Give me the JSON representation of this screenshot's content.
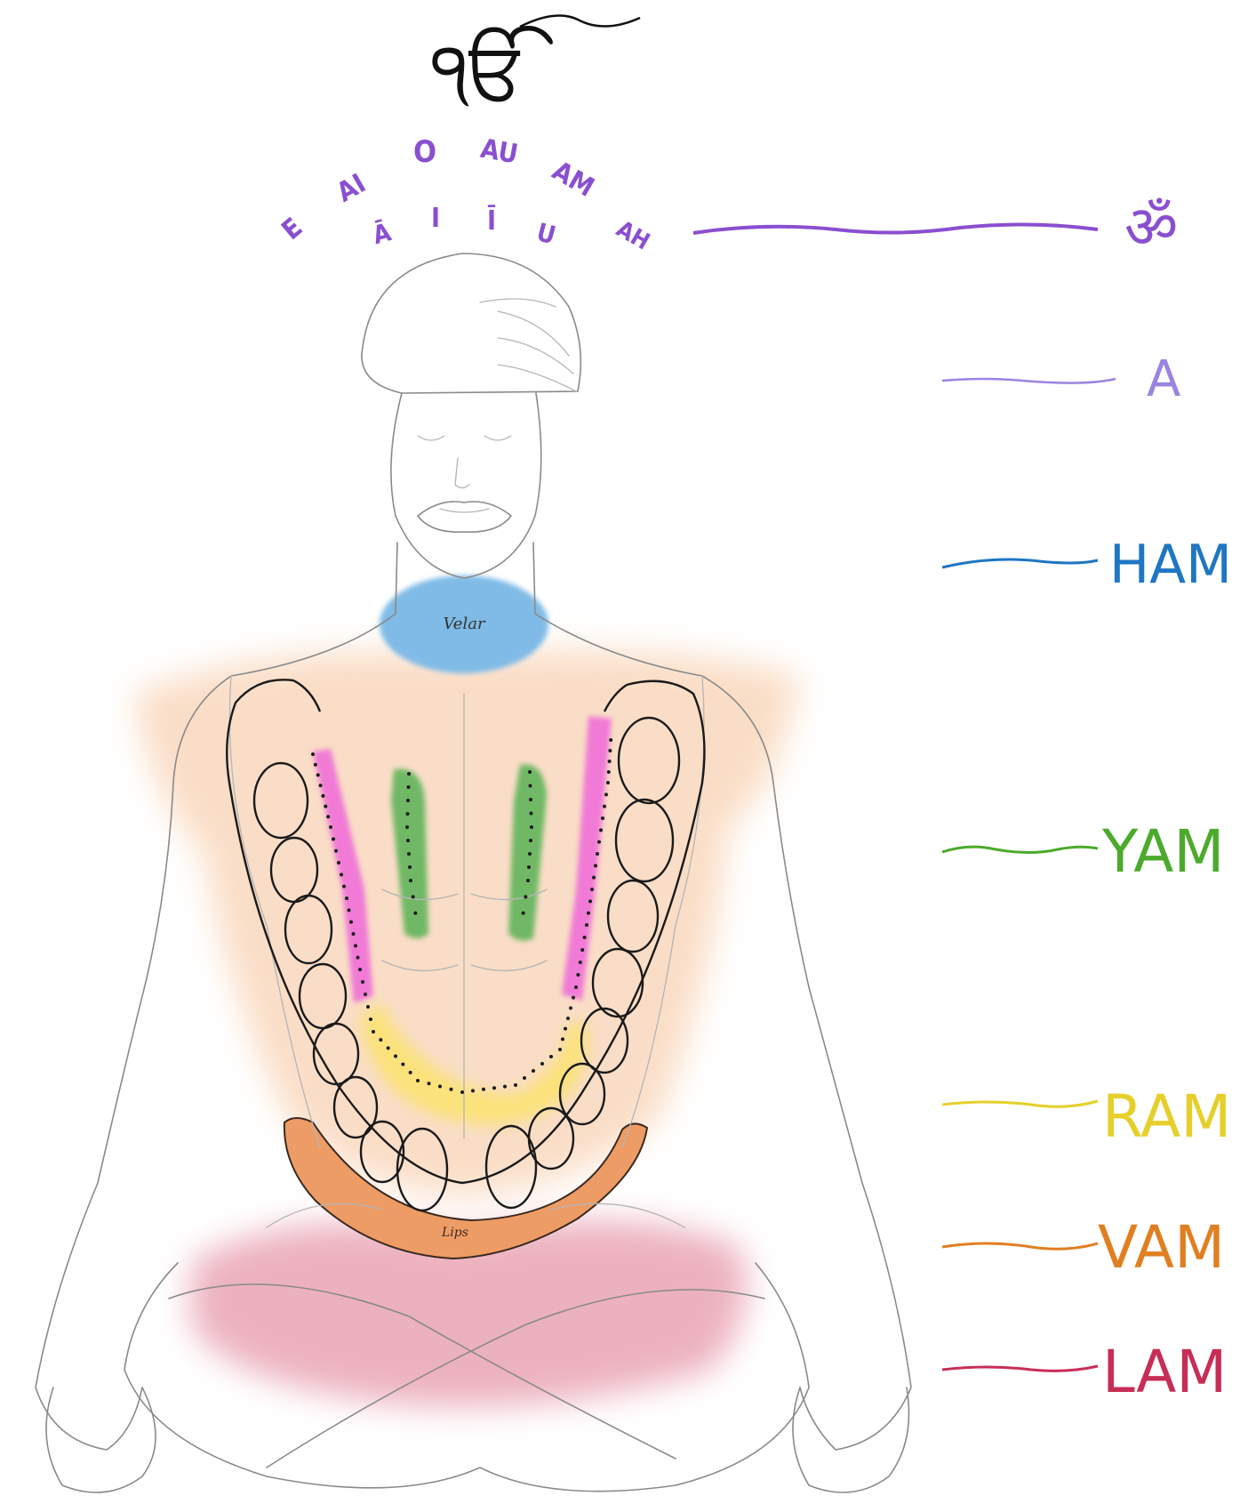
{
  "header": {
    "symbol": "ੴ",
    "vowels_top": [
      "O",
      "AU",
      "AM"
    ],
    "vowels_upper": [
      "AI"
    ],
    "vowels_lower": [
      "E",
      "Ā",
      "I",
      "Ī",
      "U",
      "AH"
    ]
  },
  "regions": {
    "velar": "Velar",
    "lips": "Lips"
  },
  "chakra_labels": [
    {
      "id": "om",
      "text": "ॐ",
      "color": "#8a4fd0"
    },
    {
      "id": "a",
      "text": "A",
      "color": "#9b84e0"
    },
    {
      "id": "ham",
      "text": "HAM",
      "color": "#1f76c2"
    },
    {
      "id": "yam",
      "text": "YAM",
      "color": "#4caa2c"
    },
    {
      "id": "ram",
      "text": "RAM",
      "color": "#e6cf2a"
    },
    {
      "id": "vam",
      "text": "VAM",
      "color": "#e07f22"
    },
    {
      "id": "lam",
      "text": "LAM",
      "color": "#c72e55"
    }
  ],
  "colors": {
    "throat": "#7fbbe6",
    "chest": "#f9d8bd",
    "palate_sides": "#f07ad6",
    "palate_center": "#6fb865",
    "palate_front": "#fbe27a",
    "lips": "#ee9c66",
    "base": "#e9a4b4"
  }
}
